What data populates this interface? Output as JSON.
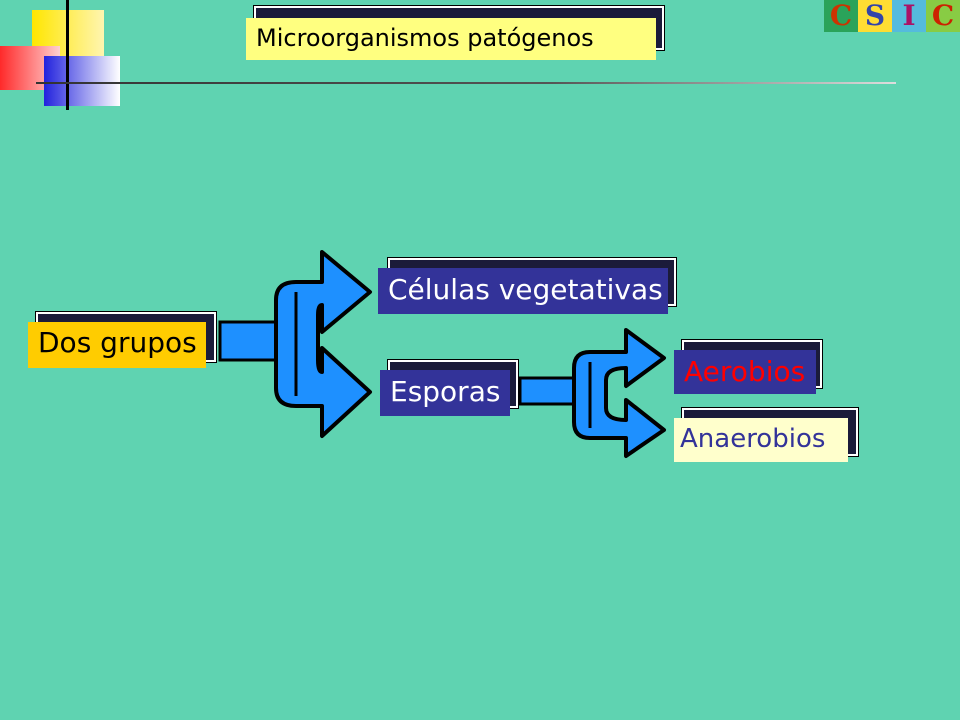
{
  "slide": {
    "title": "Microorganismos patógenos",
    "logo_text": "CSIC",
    "boxes": {
      "dos_grupos": "Dos grupos",
      "celulas_vegetativas": "Células vegetativas",
      "esporas": "Esporas",
      "aerobios": "Aerobios",
      "anaerobios": "Anaerobios"
    }
  },
  "colors": {
    "background": "#5fd3b1",
    "arrow_fill": "#1e90ff",
    "title_box": "#ffff80",
    "dark_box": "#333399",
    "yellow_box": "#ffcc00",
    "aerobios_text": "#ff0000",
    "anaerobios_box": "#ffffcc"
  }
}
